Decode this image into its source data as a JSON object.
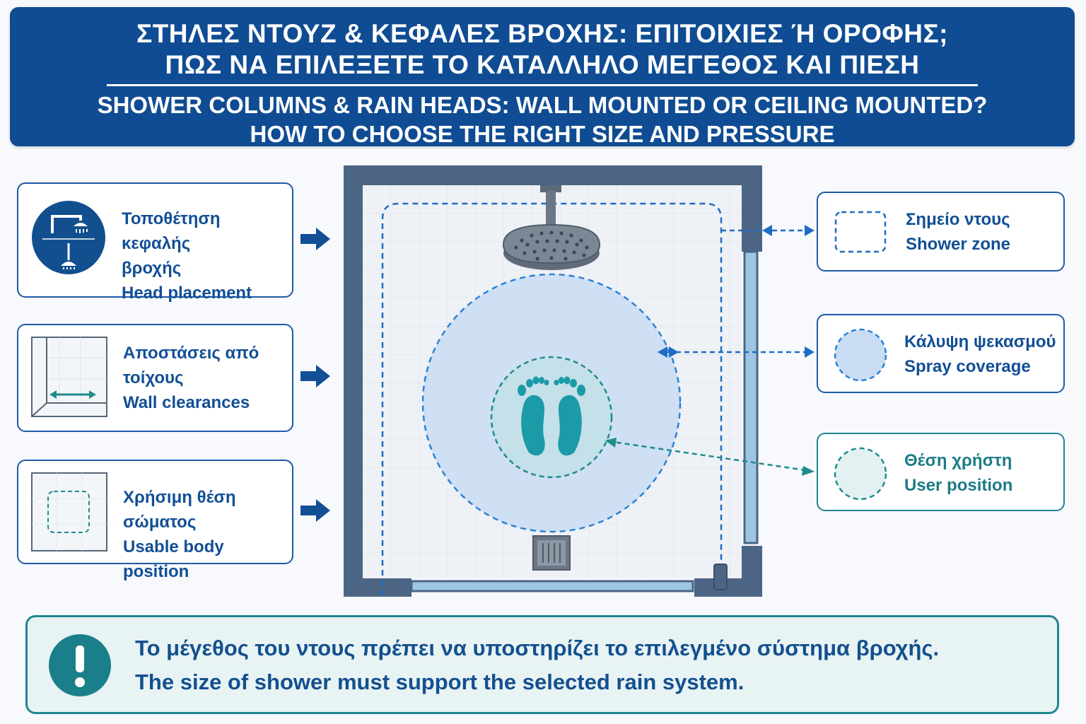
{
  "title": {
    "greek_line1": "ΣΤΗΛΕΣ ΝΤΟΥΖ & ΚΕΦΑΛΕΣ ΒΡΟΧΗΣ: ΕΠΙΤΟΙΧΙΕΣ Ή ΟΡΟΦΗΣ;",
    "greek_line2": "ΠΩΣ ΝΑ ΕΠΙΛΕΞΕΤΕ ΤΟ ΚΑΤΑΛΛΗΛΟ ΜΕΓΕΘΟΣ ΚΑΙ ΠΙΕΣΗ",
    "english_line1": "SHOWER COLUMNS & RAIN HEADS: WALL MOUNTED OR CEILING MOUNTED?",
    "english_line2": "HOW TO CHOOSE THE RIGHT SIZE AND PRESSURE"
  },
  "left_cards": [
    {
      "icon": "rain-head-placement-icon",
      "lines": [
        "Τοποθέτηση κεφαλής",
        "βροχής",
        "Head placement"
      ]
    },
    {
      "icon": "wall-clearance-icon",
      "lines": [
        "Αποστάσεις από",
        "τοίχους",
        "Wall clearances"
      ]
    },
    {
      "icon": "body-position-icon",
      "lines": [
        "Χρήσιμη θέση σώματος",
        "Usable body position"
      ]
    }
  ],
  "right_cards": [
    {
      "icon": "dashed-square-icon",
      "greek": "Σημείο ντους",
      "english": "Shower zone"
    },
    {
      "icon": "spray-circle-icon",
      "greek": "Κάλυψη ψεκασμού",
      "english": "Spray coverage"
    },
    {
      "icon": "user-circle-icon",
      "greek": "Θέση χρήστη",
      "english": "User position"
    }
  ],
  "note": {
    "icon": "exclamation-icon",
    "greek": "Το μέγεθος του ντους πρέπει να υποστηρίζει το επιλεγμένο σύστημα βροχής.",
    "english": "The size of shower must support the selected rain system."
  },
  "colors": {
    "header_blue": "#0f4c93",
    "card_border": "#1e5aa6",
    "teal": "#208591",
    "spray_fill": "#c9dcf3",
    "enclosure_frame": "#4c6584"
  }
}
